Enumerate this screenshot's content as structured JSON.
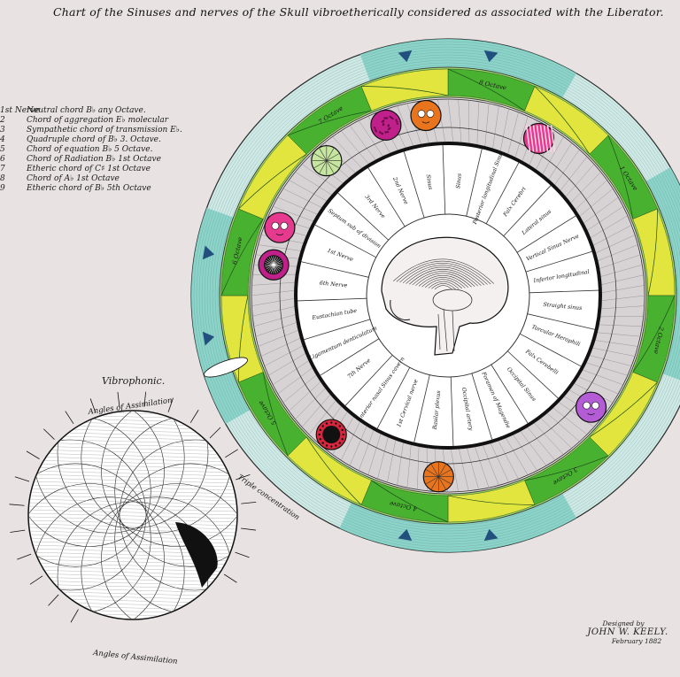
{
  "title": "Chart of the Sinuses and nerves of the Skull vibroetherically considered as associated with the Liberator.",
  "legend": [
    {
      "key": "1st Nerve",
      "text": "Neutral chord B♭ any Octave."
    },
    {
      "key": "2",
      "text": "Chord of aggregation E♭ molecular"
    },
    {
      "key": "3",
      "text": "Sympathetic chord of transmission E♭."
    },
    {
      "key": "4",
      "text": "Quadruple chord of B♭ 3. Octave."
    },
    {
      "key": "5",
      "text": "Chord of equation B♭ 5 Octave."
    },
    {
      "key": "6",
      "text": "Chord of Radiation B♭ 1st Octave"
    },
    {
      "key": "7",
      "text": "Etheric chord of C♯ 1st Octave"
    },
    {
      "key": "8",
      "text": "Chord of A♭ 1st Octave"
    },
    {
      "key": "9",
      "text": "Etheric chord of B♭ 5th Octave"
    }
  ],
  "wheel_labels": [
    "Sinus",
    "Posterior longitudinal Sinus",
    "Falx Cerebri",
    "Lateral sinus",
    "Vertical Sinus Nerve",
    "Inferior longitudinal",
    "Straight sinus",
    "Torcular Herophili",
    "Falx Cerebelli",
    "Occipital Sinus",
    "Foramen of Magendie",
    "Occipital artery",
    "Basilar plexus",
    "1st Cervical nerve",
    "Anterior nasal Sinus cavern",
    "7th Nerve",
    "Ligamentum denticulatum",
    "Eustachian tube",
    "6th Nerve",
    "1st Nerve",
    "Septum sub of division",
    "3rd Nerve",
    "2nd Nerve",
    "Sinus"
  ],
  "octave_labels": [
    "8 Octave",
    "1 Octave",
    "2 Octave",
    "3 Octave",
    "4 Octave",
    "5 Octave",
    "6 Octave",
    "7 Octave"
  ],
  "vibrophonic": {
    "title": "Vibrophonic.",
    "angles_top": "Angles of Assimilation",
    "triple": "Triple concentration",
    "angles_bottom": "Angles of Assimilation"
  },
  "signature": {
    "line1": "Designed by",
    "line2": "JOHN W. KEELY.",
    "line3": "February 1882"
  },
  "colors": {
    "background": "#e8e2e3",
    "green": "#3fae2a",
    "light_green": "#a9d84a",
    "yellow": "#e9e83a",
    "teal": "#7fd0c4",
    "magenta": "#c0208a",
    "pink": "#e53a8e",
    "orange": "#e8751e",
    "violet": "#b35cd6",
    "red": "#d7263d",
    "blue_mark": "#22507e"
  }
}
